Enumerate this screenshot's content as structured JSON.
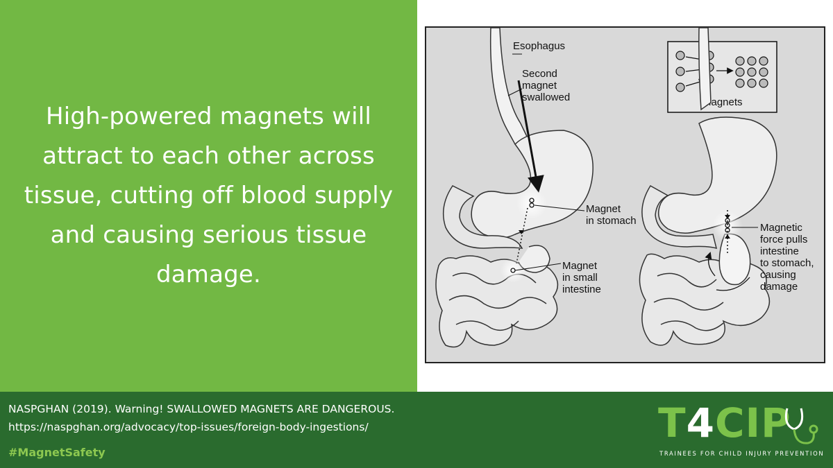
{
  "headline": "High-powered magnets will attract to each other across tissue, cutting off blood supply and causing serious tissue damage.",
  "diagram": {
    "labels": {
      "esophagus": "Esophagus",
      "second_magnet": [
        "Second",
        "magnet",
        "swallowed"
      ],
      "magnet_stomach": [
        "Magnet",
        "in stomach"
      ],
      "magnet_intestine": [
        "Magnet",
        "in small",
        "intestine"
      ],
      "magnets_box": "Magnets",
      "magnetic_force": [
        "Magnetic",
        "force pulls",
        "intestine",
        "to stomach,",
        "causing",
        "damage"
      ]
    }
  },
  "footer": {
    "citation_line1": "NASPGHAN (2019). Warning! SWALLOWED MAGNETS ARE DANGEROUS.",
    "citation_line2": "https://naspghan.org/advocacy/top-issues/foreign-body-ingestions/",
    "hashtag": "#MagnetSafety",
    "logo": {
      "letters_a": "T",
      "number": "4",
      "letters_b": "CIP",
      "tagline": "TRAINEES FOR CHILD INJURY PREVENTION"
    }
  },
  "colors": {
    "left_panel": "#72b844",
    "footer": "#2a6b2e",
    "hashtag": "#8dc850",
    "logo_green": "#7cc24a"
  }
}
